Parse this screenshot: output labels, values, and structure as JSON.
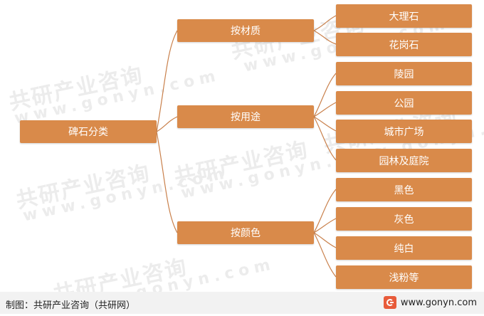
{
  "diagram": {
    "root": "碑石分类",
    "branches": [
      {
        "label": "按材质",
        "children": [
          "大理石",
          "花岗石"
        ]
      },
      {
        "label": "按用途",
        "children": [
          "陵园",
          "公园",
          "城市广场",
          "园林及庭院"
        ]
      },
      {
        "label": "按颜色",
        "children": [
          "黑色",
          "灰色",
          "纯白",
          "浅粉等"
        ]
      }
    ]
  },
  "footer": {
    "source": "制图：共研产业咨询（共研网）",
    "website": "www.gonyn.com",
    "logo_icon": "gonyn-logo-icon"
  },
  "watermarks": [
    {
      "text": "共研产业咨询"
    },
    {
      "text": "www.gonyn.com"
    }
  ],
  "colors": {
    "node": "#d98a4a",
    "line": "#c9804b",
    "footer_bg": "#f2f2f2",
    "watermark": "#ececec"
  }
}
